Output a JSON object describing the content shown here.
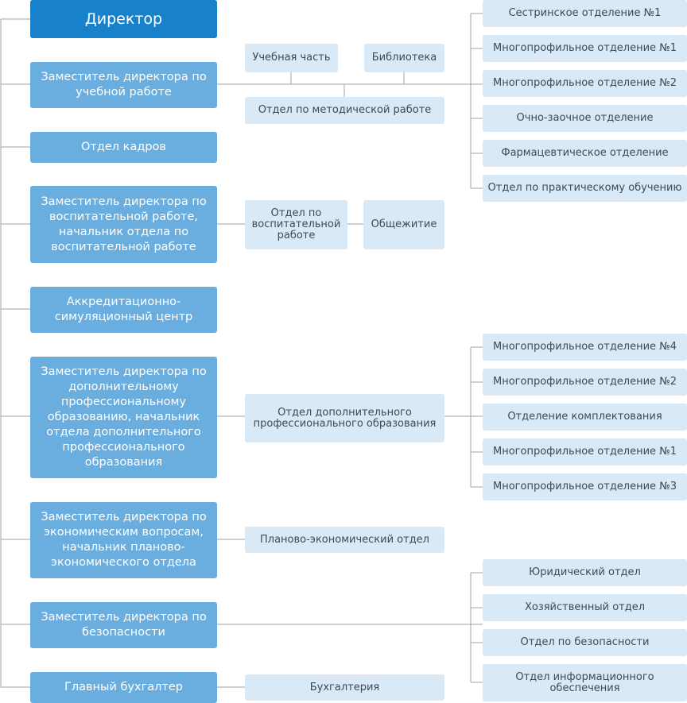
{
  "colors": {
    "director": "#1782cb",
    "primary": "#6aaee0",
    "secondary": "#d9e9f6",
    "line": "#9aa6b2"
  },
  "director": "Директор",
  "leaders": {
    "deputy_edu": "Заместитель директора по учебной работе",
    "hr": "Отдел кадров",
    "deputy_upbringing": "Заместитель директора по воспитательной работе, начальник отдела по воспитательной работе",
    "accreditation": "Аккредитационно-симуляционный центр",
    "deputy_dpo": "Заместитель директора по дополнительному профессиональному образованию, начальник отдела дополнительного профессионального образования",
    "deputy_econ": "Заместитель директора по экономическим вопросам, начальник планово-экономического отдела",
    "deputy_security": "Заместитель директора по безопасности",
    "chief_accountant": "Главный бухгалтер"
  },
  "units": {
    "study_part": "Учебная часть",
    "library": "Библиотека",
    "methodical": "Отдел по методической работе",
    "upbringing_dept": "Отдел по воспитательной работе",
    "dormitory": "Общежитие",
    "dpo_dept": "Отдел дополнительного профессионального образования",
    "planning_dept": "Планово-экономический отдел",
    "accounting": "Бухгалтерия"
  },
  "edu_branches": [
    "Сестринское отделение №1",
    "Многопрофильное отделение №1",
    "Многопрофильное отделение №2",
    "Очно-заочное отделение",
    "Фармацевтическое отделение",
    "Отдел по практическому обучению"
  ],
  "dpo_branches": [
    "Многопрофильное отделение №4",
    "Многопрофильное отделение №2",
    "Отделение комплектования",
    "Многопрофильное отделение №1",
    "Многопрофильное отделение №3"
  ],
  "security_branches": [
    "Юридический отдел",
    "Хозяйственный отдел",
    "Отдел по безопасности",
    "Отдел информационного обеспечения"
  ]
}
